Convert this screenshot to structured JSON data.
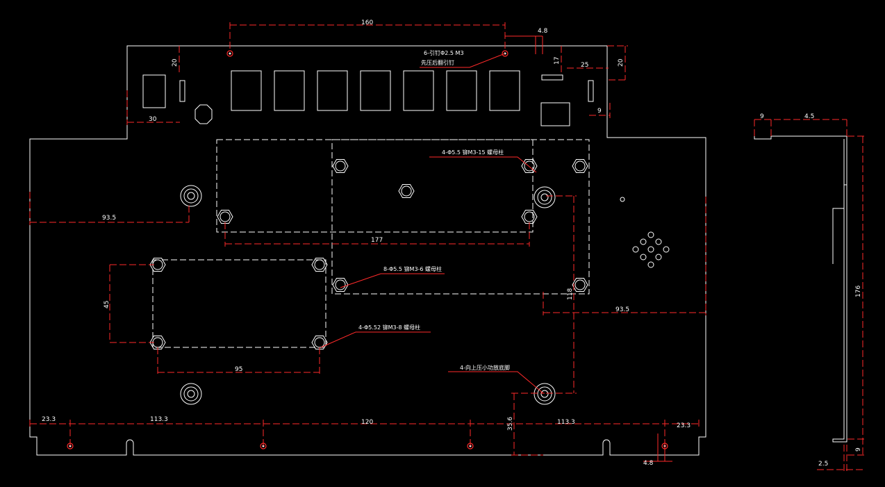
{
  "colors": {
    "background": "#000000",
    "outline": "#ffffff",
    "dimension": "#ff2a2a"
  },
  "dimensions": {
    "top_width": "160",
    "top_offset": "4.8",
    "top_left_height": "20",
    "top_right_17": "17",
    "top_right_25": "25",
    "top_right_20": "20",
    "left_tab_width": "30",
    "right_9": "9",
    "left_hole": "93.5",
    "spacing_177": "177",
    "height_45": "45",
    "width_95": "95",
    "height_118": "118",
    "right_hole": "93.5",
    "bottom_23a": "23.3",
    "bottom_113a": "113.3",
    "bottom_120": "120",
    "bottom_35": "35.6",
    "bottom_113b": "113.3",
    "bottom_23b": "23.3",
    "bottom_48": "4.8"
  },
  "side_view": {
    "d_9": "9",
    "d_45": "4.5",
    "d_176": "176",
    "d_9b": "9",
    "d_25": "2.5"
  },
  "notes": {
    "pins_line1": "6-引钉Φ2.5 M3",
    "pins_line2": "先压后翻引钉",
    "standoff_15": "4-Φ5.5 铆M3-15 螺母柱",
    "standoff_6": "8-Φ5.5 铆M3-6 螺母柱",
    "standoff_8": "4-Φ5.52 铆M3-8 螺母柱",
    "feet": "4-向上压小功放底脚"
  }
}
